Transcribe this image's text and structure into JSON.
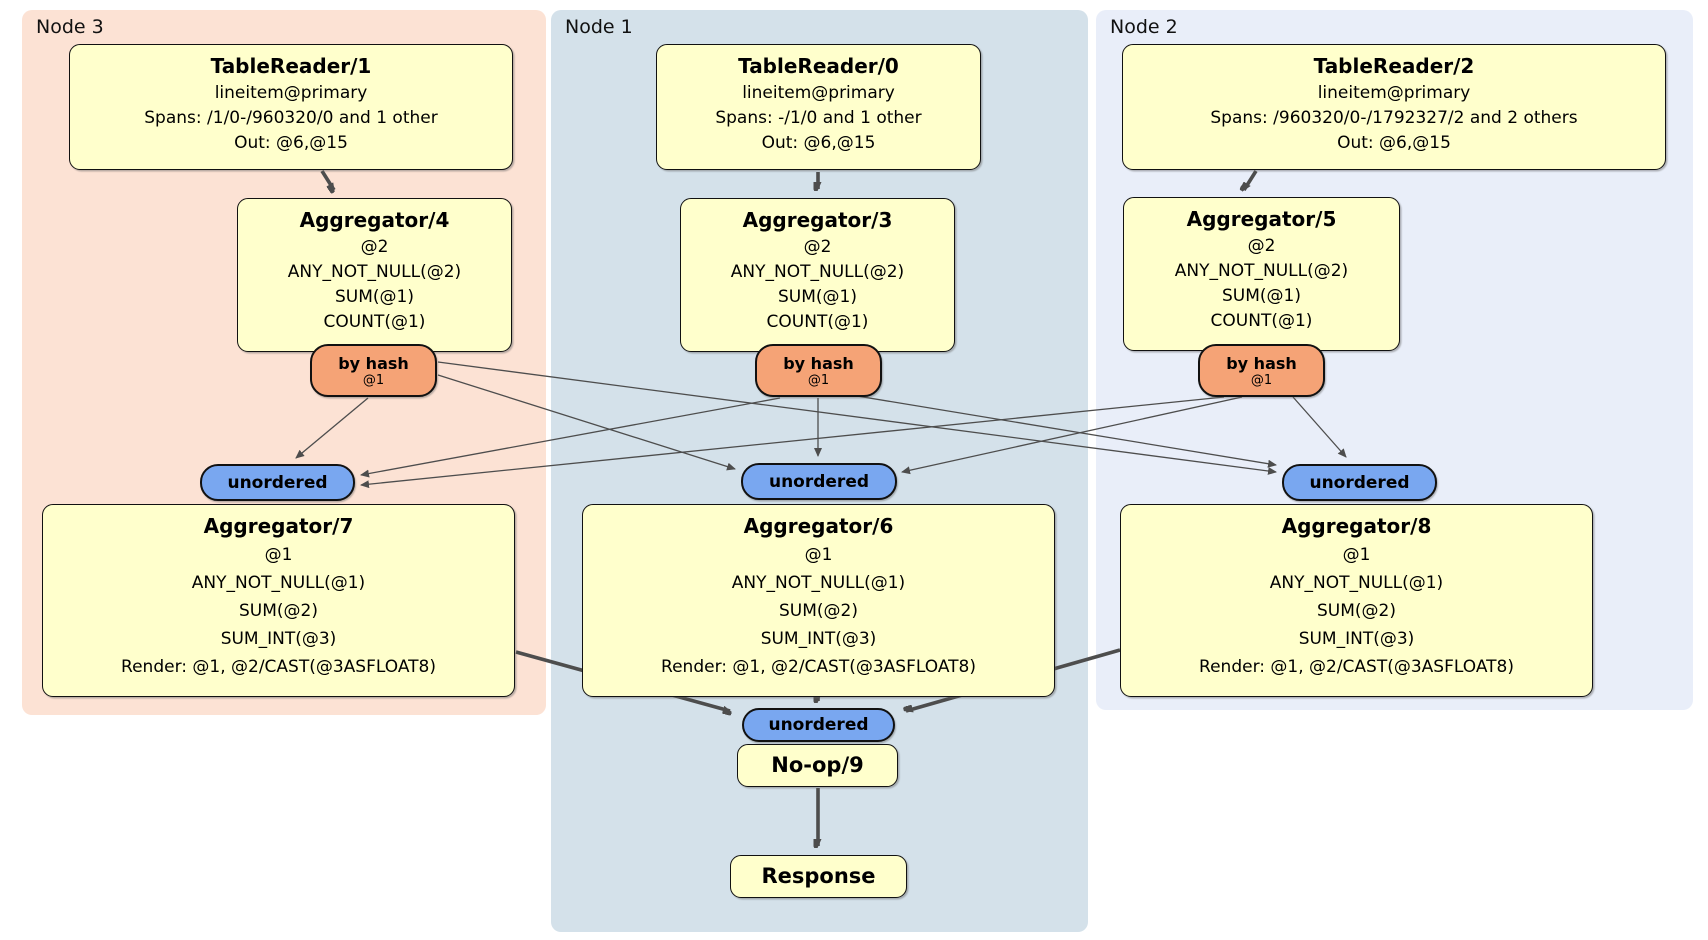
{
  "regions": [
    {
      "label": "Node 3",
      "color": "#fce2d4"
    },
    {
      "label": "Node 1",
      "color": "#d4e1ea"
    },
    {
      "label": "Node 2",
      "color": "#e9eef9"
    }
  ],
  "colors": {
    "processor_box_fill": "#ffffcc",
    "hash_router_fill": "#f5a376",
    "stream_pill_fill": "#79a7f0",
    "edge": "#4d4d4d",
    "border": "#111111"
  },
  "routers": {
    "by_hash": {
      "label": "by hash",
      "sub": "@1"
    },
    "unordered": {
      "label": "unordered"
    }
  },
  "nodes": {
    "tr1": {
      "title": "TableReader/1",
      "lines": [
        "lineitem@primary",
        "Spans: /1/0-/960320/0 and 1 other",
        "Out: @6,@15"
      ]
    },
    "tr0": {
      "title": "TableReader/0",
      "lines": [
        "lineitem@primary",
        "Spans: -/1/0 and 1 other",
        "Out: @6,@15"
      ]
    },
    "tr2": {
      "title": "TableReader/2",
      "lines": [
        "lineitem@primary",
        "Spans: /960320/0-/1792327/2 and 2 others",
        "Out: @6,@15"
      ]
    },
    "agg4": {
      "title": "Aggregator/4",
      "lines": [
        "@2",
        "ANY_NOT_NULL(@2)",
        "SUM(@1)",
        "COUNT(@1)"
      ]
    },
    "agg3": {
      "title": "Aggregator/3",
      "lines": [
        "@2",
        "ANY_NOT_NULL(@2)",
        "SUM(@1)",
        "COUNT(@1)"
      ]
    },
    "agg5": {
      "title": "Aggregator/5",
      "lines": [
        "@2",
        "ANY_NOT_NULL(@2)",
        "SUM(@1)",
        "COUNT(@1)"
      ]
    },
    "agg7": {
      "title": "Aggregator/7",
      "lines": [
        "@1",
        "ANY_NOT_NULL(@1)",
        "SUM(@2)",
        "SUM_INT(@3)",
        "Render: @1, @2/CAST(@3ASFLOAT8)"
      ]
    },
    "agg6": {
      "title": "Aggregator/6",
      "lines": [
        "@1",
        "ANY_NOT_NULL(@1)",
        "SUM(@2)",
        "SUM_INT(@3)",
        "Render: @1, @2/CAST(@3ASFLOAT8)"
      ]
    },
    "agg8": {
      "title": "Aggregator/8",
      "lines": [
        "@1",
        "ANY_NOT_NULL(@1)",
        "SUM(@2)",
        "SUM_INT(@3)",
        "Render: @1, @2/CAST(@3ASFLOAT8)"
      ]
    },
    "noop": {
      "title": "No-op/9"
    },
    "response": {
      "title": "Response"
    }
  }
}
